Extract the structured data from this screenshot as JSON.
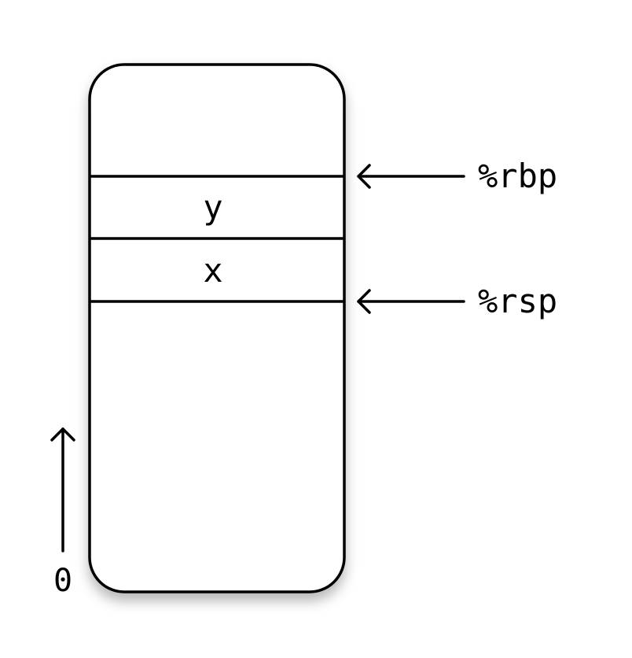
{
  "stack": {
    "slots": [
      {
        "label": "y"
      },
      {
        "label": "x"
      }
    ]
  },
  "pointers": {
    "rbp": {
      "label": "%rbp"
    },
    "rsp": {
      "label": "%rsp"
    }
  },
  "address_axis": {
    "origin_label": "0",
    "direction": "up"
  },
  "colors": {
    "stroke": "#000000",
    "background": "#ffffff"
  }
}
